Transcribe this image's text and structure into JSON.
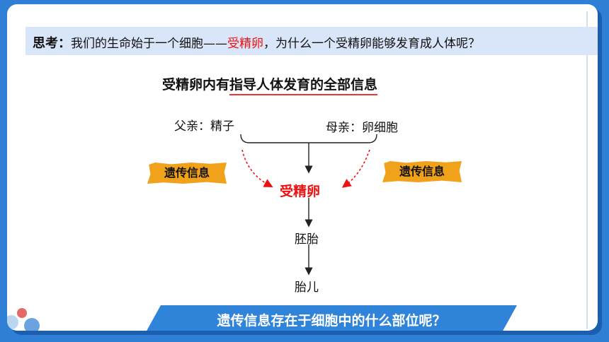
{
  "question": {
    "prefix": "思考：",
    "part1": "我们的生命始于一个细胞——",
    "highlight": "受精卵",
    "part2": "，为什么一个受精卵能够发育成人体呢？"
  },
  "statement": {
    "part1": "受精卵内有",
    "underlined": "指导人体发育的全部信息"
  },
  "diagram": {
    "father_label": "父亲：精子",
    "mother_label": "母亲：卵细胞",
    "badge_left": "遗传信息",
    "badge_right": "遗传信息",
    "zygote": "受精卵",
    "embryo": "胚胎",
    "fetus": "胎儿"
  },
  "banner": {
    "text": "遗传信息存在于细胞中的什么部位呢？"
  },
  "colors": {
    "background": "#2f7fd6",
    "question_bar": "#d9e5f8",
    "highlight_red": "#e11111",
    "badge_orange": "#f0a21a",
    "banner_blue": "#2f83d9"
  }
}
